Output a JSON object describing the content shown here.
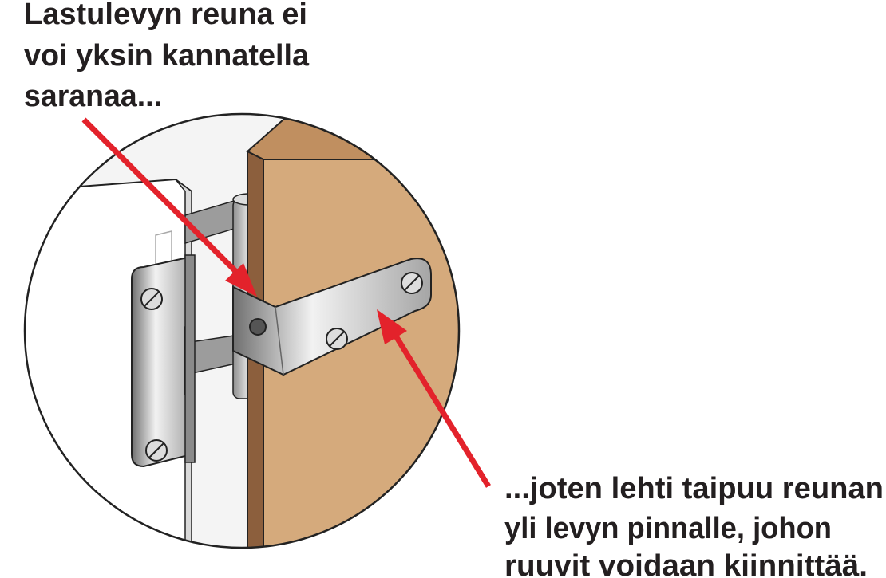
{
  "top_caption": {
    "lines": [
      "Lastulevyn reuna ei",
      "voi yksin kannatella",
      "saranaa..."
    ]
  },
  "bottom_caption": {
    "lines": [
      "...joten lehti taipuu reunan",
      "yli levyn pinnalle, johon",
      "ruuvit voidaan kiinnittää."
    ]
  },
  "colors": {
    "arrow": "#e3222b",
    "wood_face": "#d5aa7c",
    "wood_edge": "#8c5f3d",
    "wood_top": "#c08f60",
    "metal": "#b8b8b8"
  }
}
